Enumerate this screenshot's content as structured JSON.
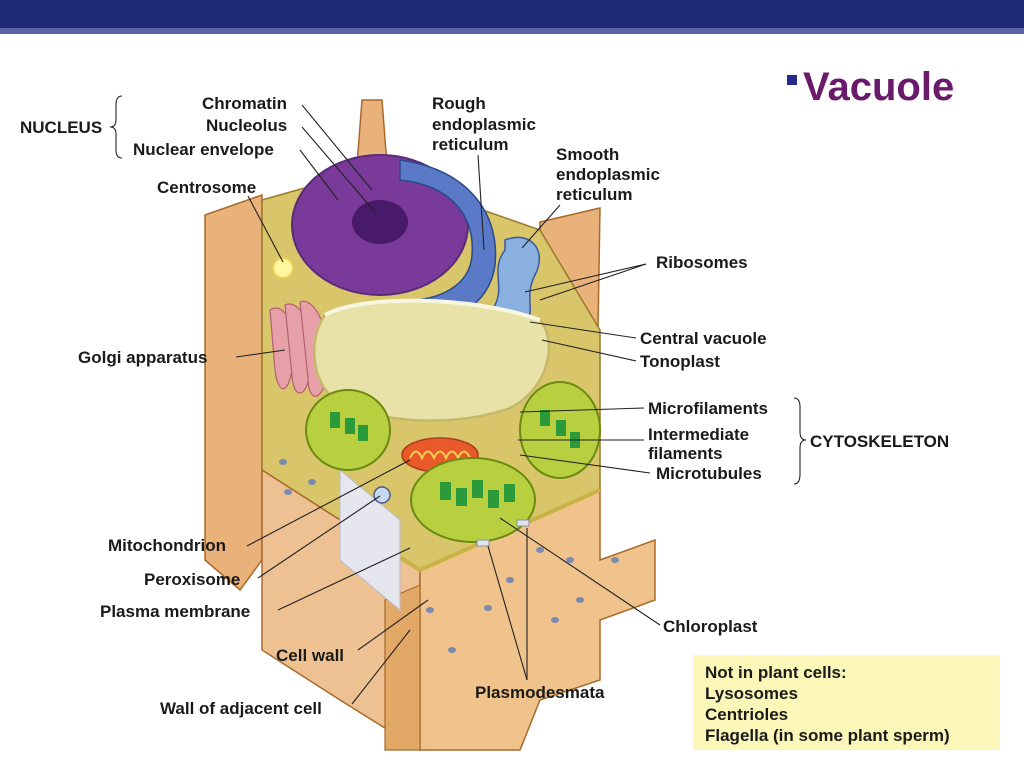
{
  "slide": {
    "title": "Vacuole",
    "bullet_icon": "square-bullet",
    "colors": {
      "header_bar": "#1f2a78",
      "header_bar_accent": "#5a62a8",
      "title": "#6b1a6b",
      "bullet": "#2a2a8a",
      "note_box": "#fbf7b8"
    }
  },
  "labels": {
    "nucleus_group": "NUCLEUS",
    "chromatin": "Chromatin",
    "nucleolus": "Nucleolus",
    "nuclear_envelope": "Nuclear envelope",
    "centrosome": "Centrosome",
    "rough_er": [
      "Rough",
      "endoplasmic",
      "reticulum"
    ],
    "smooth_er": [
      "Smooth",
      "endoplasmic",
      "reticulum"
    ],
    "ribosomes": "Ribosomes",
    "golgi": "Golgi apparatus",
    "central_vacuole": "Central vacuole",
    "tonoplast": "Tonoplast",
    "microfilaments": "Microfilaments",
    "intermediate_filaments": [
      "Intermediate",
      "filaments"
    ],
    "microtubules": "Microtubules",
    "cytoskeleton_group": "CYTOSKELETON",
    "mitochondrion": "Mitochondrion",
    "peroxisome": "Peroxisome",
    "plasma_membrane": "Plasma membrane",
    "cell_wall": "Cell wall",
    "wall_adjacent": "Wall of adjacent cell",
    "plasmodesmata": "Plasmodesmata",
    "chloroplast": "Chloroplast"
  },
  "note_box": {
    "lines": [
      "Not in plant cells:",
      "Lysosomes",
      "Centrioles",
      "Flagella (in some plant sperm)"
    ]
  }
}
